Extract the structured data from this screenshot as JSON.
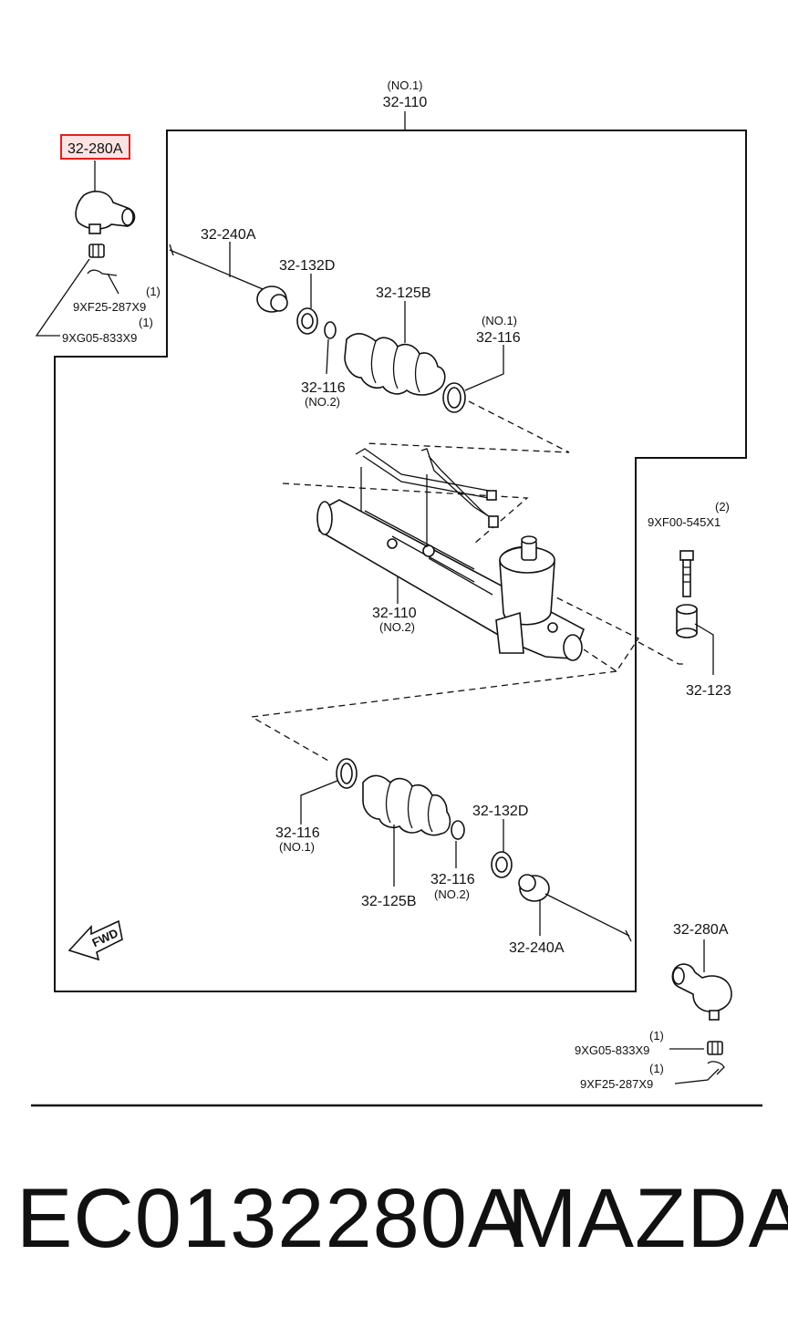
{
  "diagram": {
    "housing_no1": "(NO.1)",
    "housing": "32-110",
    "tie_rod_end_left": "32-280A",
    "tie_rod_left": "32-240A",
    "seal_left": "32-132D",
    "boot_left": "32-125B",
    "clamp_no1_left": "(NO.1)",
    "clamp_left_upper": "32-116",
    "clamp_small_left": "32-116",
    "clamp_no2_left": "(NO.2)",
    "pin_left_qty": "(1)",
    "pin_left": "9XF25-287X9",
    "nut_left_qty": "(1)",
    "nut_left": "9XG05-833X9",
    "gear_assy": "32-110",
    "gear_assy_no2": "(NO.2)",
    "bolt_qty": "(2)",
    "bolt": "9XF00-545X1",
    "bushing": "32-123",
    "clamp_lower_left": "32-116",
    "clamp_lower_no1": "(NO.1)",
    "boot_right": "32-125B",
    "seal_right": "32-132D",
    "clamp_small_right": "32-116",
    "clamp_small_right_no2": "(NO.2)",
    "tie_rod_right": "32-240A",
    "tie_rod_end_right": "32-280A",
    "nut_right_qty": "(1)",
    "nut_right": "9XG05-833X9",
    "pin_right_qty": "(1)",
    "pin_right": "9XF25-287X9",
    "fwd": "FWD"
  },
  "highlight": {
    "label": "32-280A",
    "color": "#e02020"
  },
  "footer": {
    "part_number": "EC0132280A",
    "brand": "MAZDA"
  }
}
